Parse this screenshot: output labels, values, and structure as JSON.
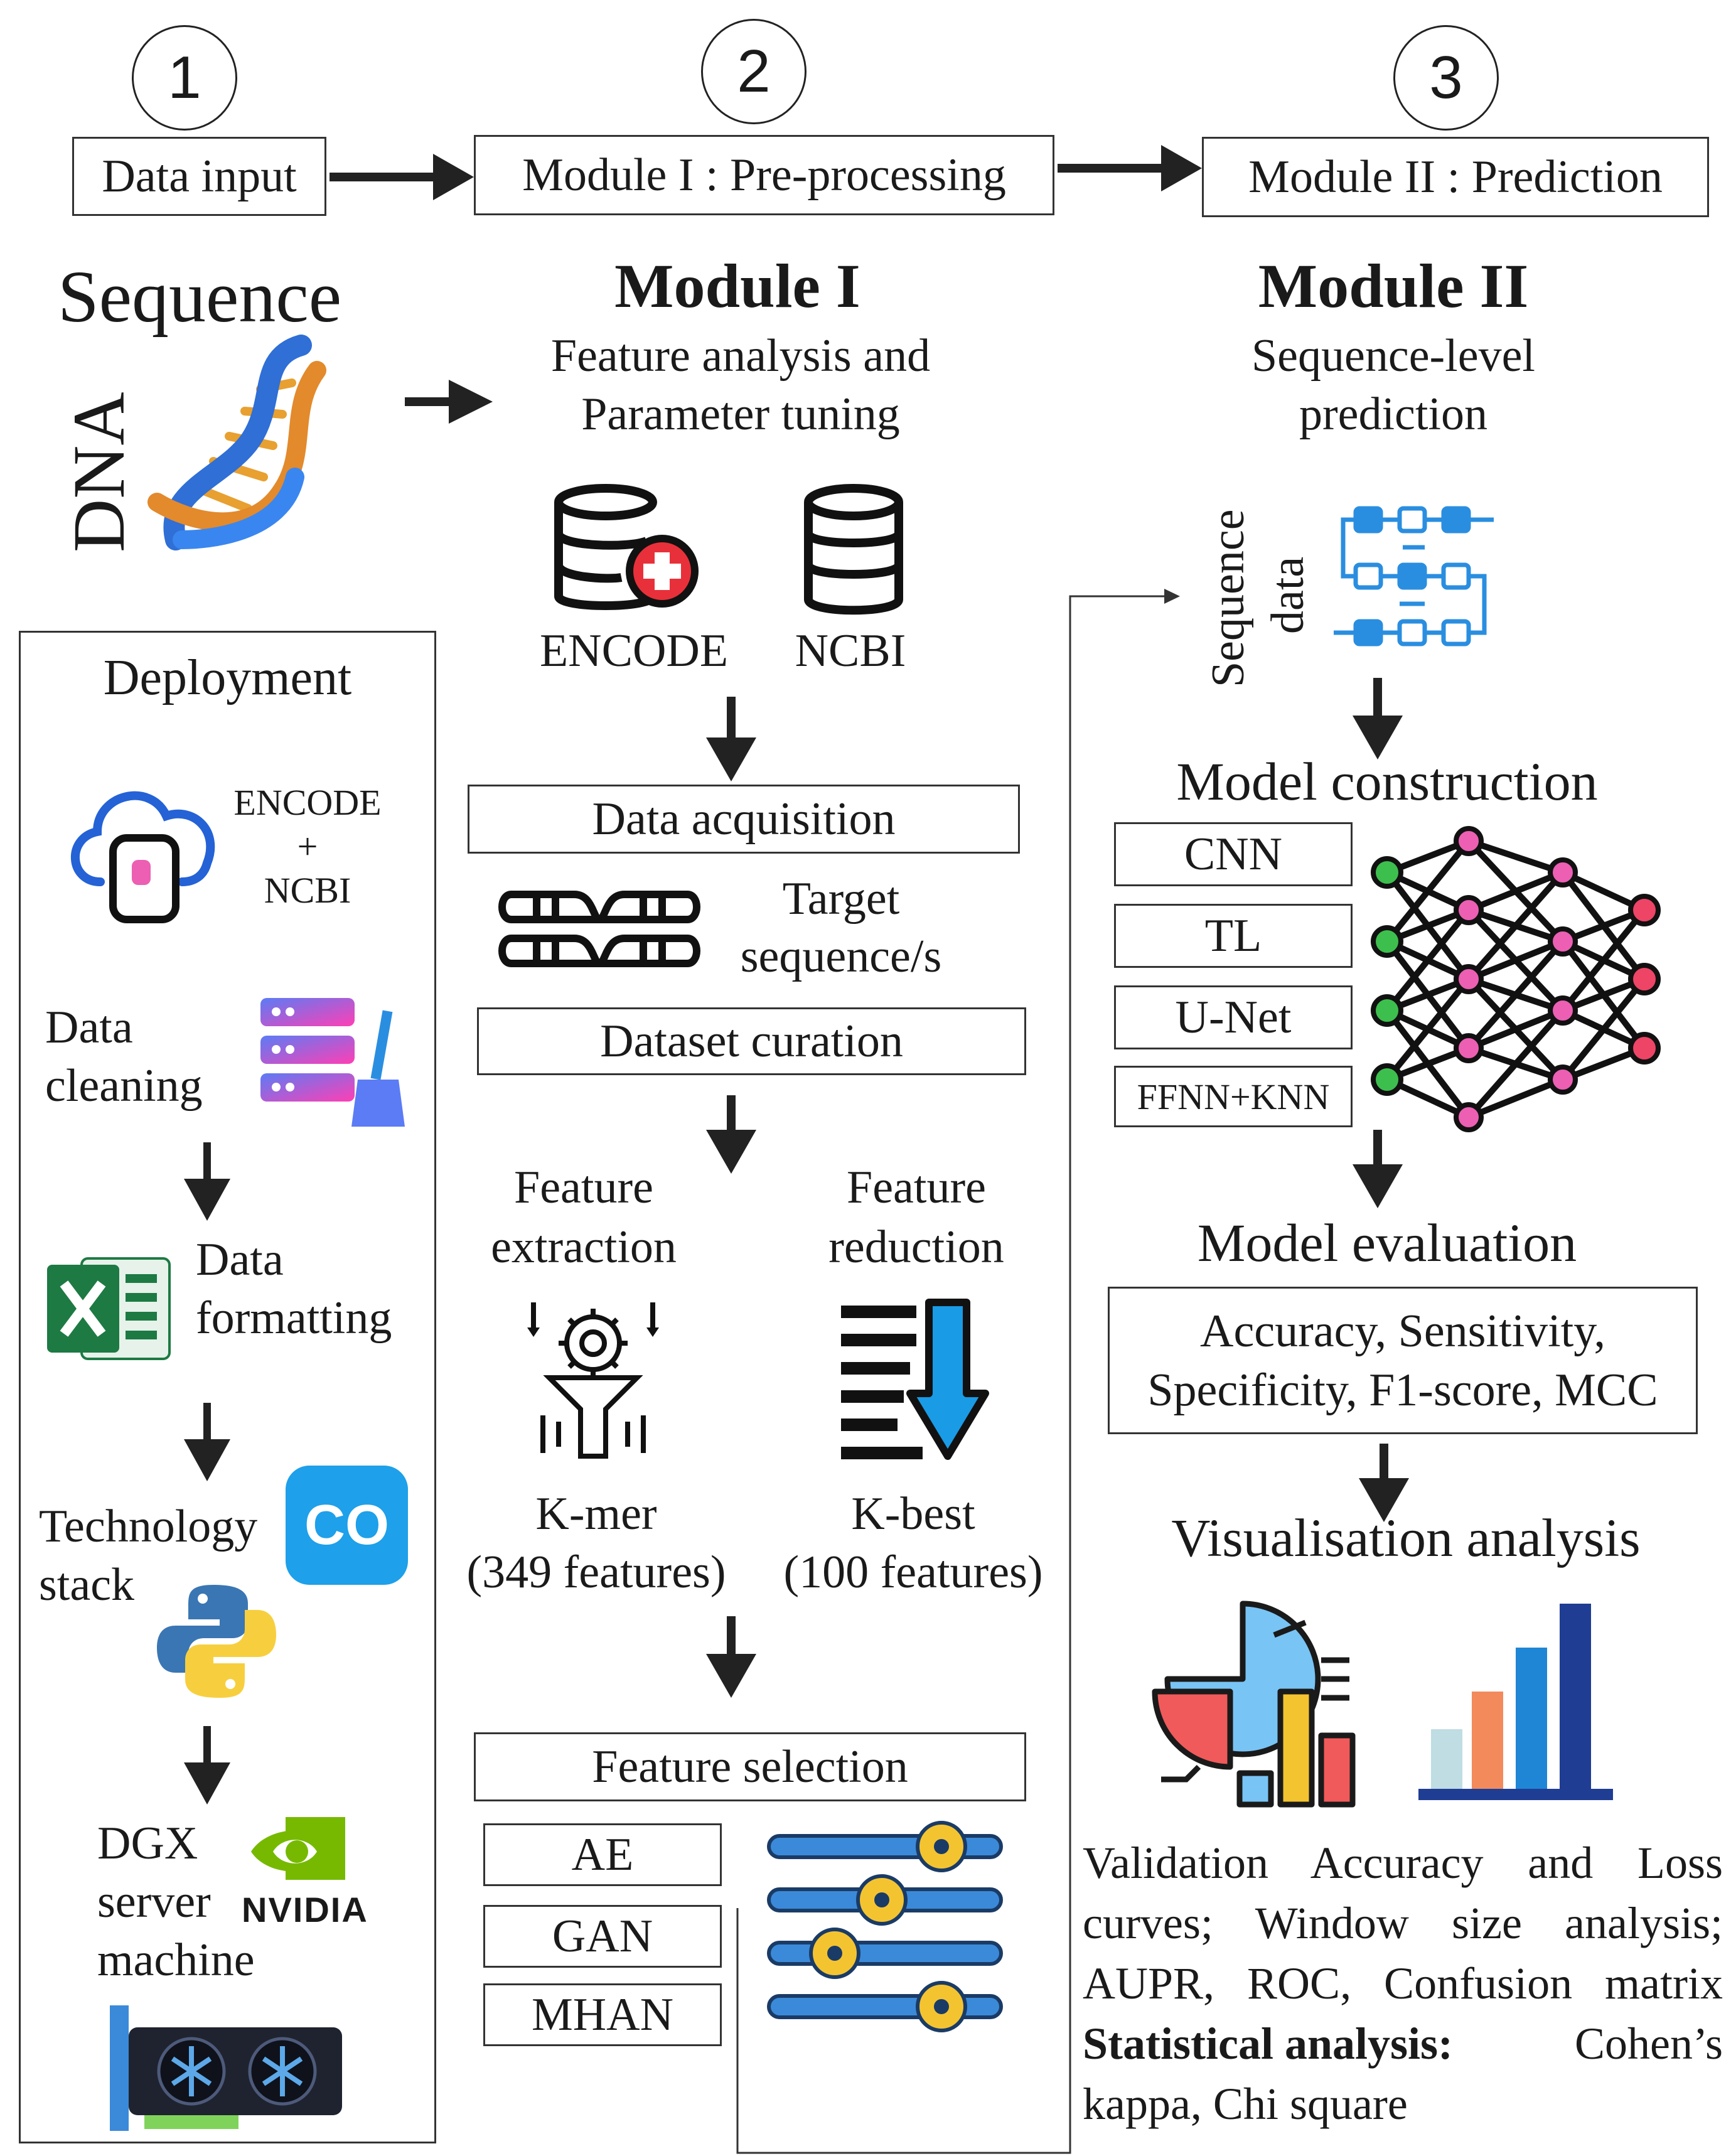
{
  "steps": [
    {
      "number": "1",
      "label": "Data input"
    },
    {
      "number": "2",
      "label": "Module I : Pre-processing"
    },
    {
      "number": "3",
      "label": "Module II : Prediction"
    }
  ],
  "dna": {
    "word1": "Sequence",
    "word2": "DNA"
  },
  "module1": {
    "title": "Module I",
    "subtitle1": "Feature analysis and",
    "subtitle2": "Parameter tuning",
    "sources": [
      "ENCODE",
      "NCBI"
    ],
    "data_acquisition": "Data acquisition",
    "target1": "Target",
    "target2": "sequence/s",
    "dataset_curation": "Dataset curation",
    "feature_extraction1": "Feature",
    "feature_extraction2": "extraction",
    "feature_reduction1": "Feature",
    "feature_reduction2": "reduction",
    "kmer1": "K-mer",
    "kmer2": "(349 features)",
    "kbest1": "K-best",
    "kbest2": "(100 features)",
    "feature_selection": "Feature selection",
    "methods": [
      "AE",
      "GAN",
      "MHAN"
    ]
  },
  "module2": {
    "title": "Module II",
    "subtitle1": "Sequence-level",
    "subtitle2": "prediction",
    "seq_data1": "Sequence",
    "seq_data2": "data",
    "model_construction": "Model construction",
    "models": [
      "CNN",
      "TL",
      "U-Net",
      "FFNN+KNN"
    ],
    "model_evaluation": "Model evaluation",
    "metrics1": "Accuracy, Sensitivity,",
    "metrics2": "Specificity, F1-score, MCC",
    "visualisation": "Visualisation analysis",
    "vis_lines": [
      "Validation Accuracy and Loss",
      "curves; Window size analysis;",
      "AUPR, ROC, Confusion matrix"
    ],
    "stat_bold": "Statistical analysis:",
    "stat_rest": " Cohen’s",
    "stat_line2": "kappa, Chi square"
  },
  "deployment": {
    "title": "Deployment",
    "cloud_label1": "ENCODE",
    "cloud_label2": "+",
    "cloud_label3": "NCBI",
    "cleaning1": "Data",
    "cleaning2": "cleaning",
    "formatting1": "Data",
    "formatting2": "formatting",
    "tech1": "Technology",
    "tech2": "stack",
    "colab": "CO",
    "dgx1": "DGX",
    "dgx2": "server",
    "dgx3": "machine",
    "nvidia": "NVIDIA"
  }
}
